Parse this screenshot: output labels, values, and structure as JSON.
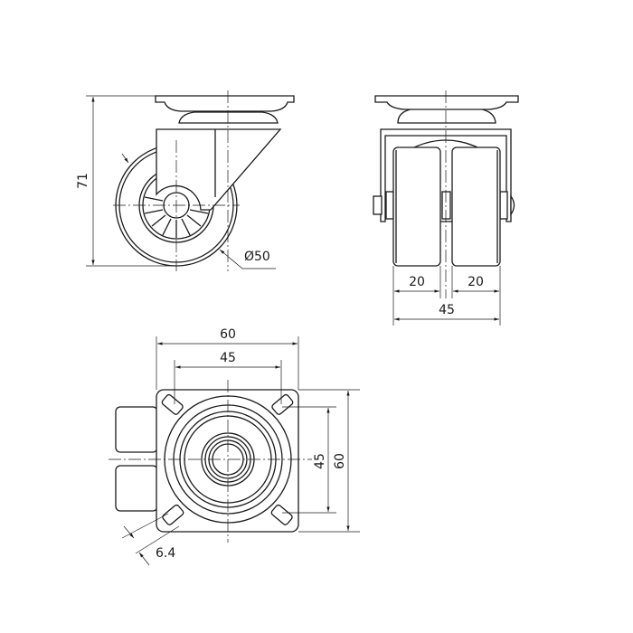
{
  "drawing": {
    "side_view": {
      "height_dim": "71",
      "wheel_diameter_dim": "Ø50"
    },
    "front_view": {
      "wheel_width_left": "20",
      "wheel_width_right": "20",
      "overall_width": "45"
    },
    "top_view": {
      "plate_width": "60",
      "hole_spacing_x": "45",
      "hole_spacing_y": "45",
      "plate_length": "60",
      "slot_width": "6.4"
    }
  }
}
